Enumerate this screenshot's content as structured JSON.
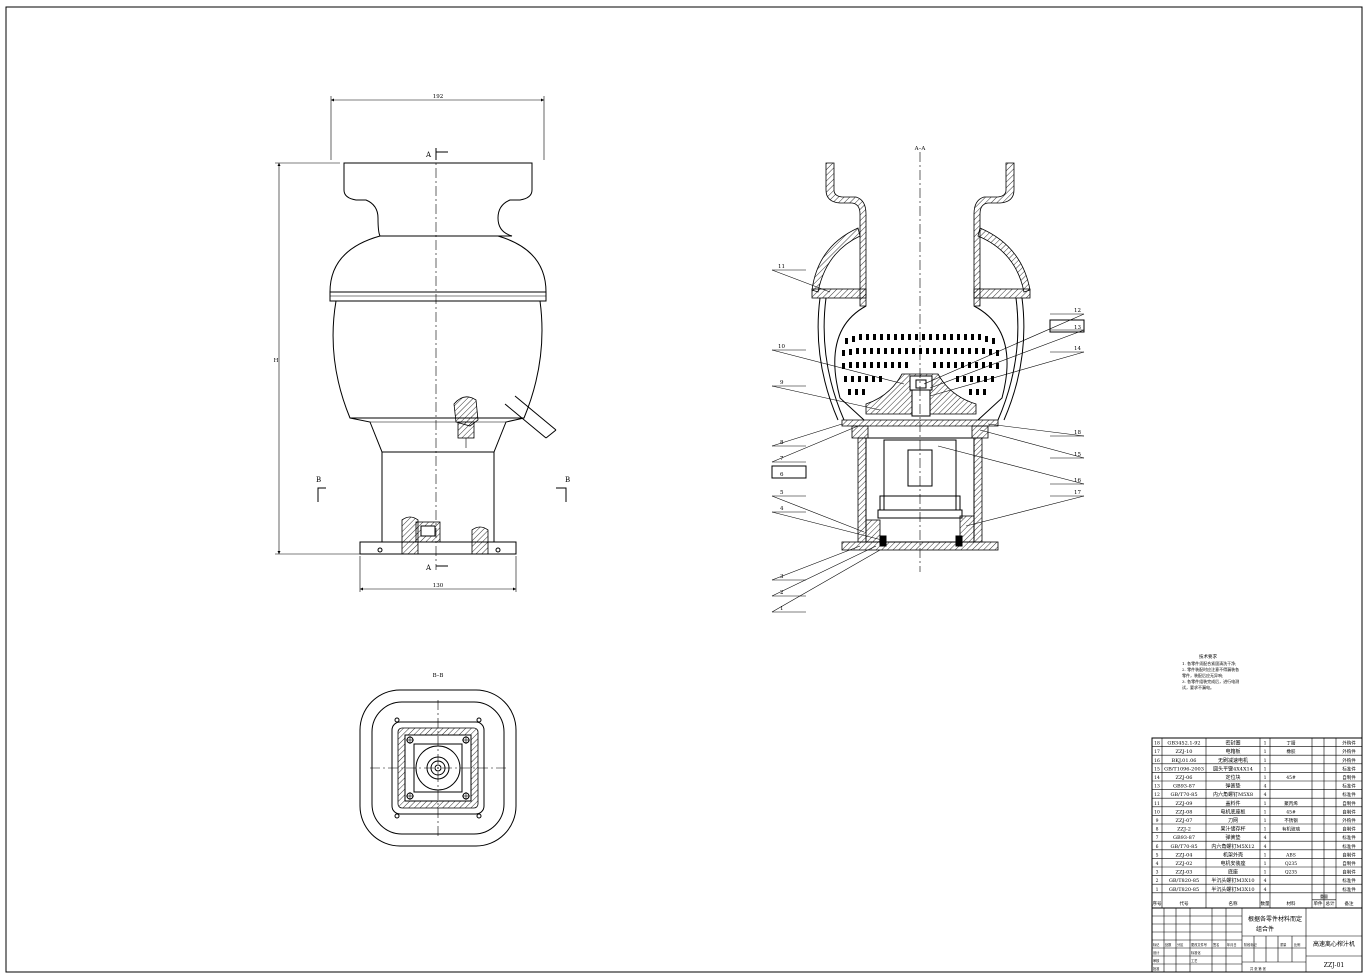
{
  "labels": {
    "section_top": "A",
    "section_bottom": "A",
    "section_b_left": "B",
    "section_b_right": "B",
    "section_view_aa": "A–A",
    "section_view_bb": "B–B"
  },
  "dimensions": {
    "top_width": "192",
    "left_height": "H",
    "bottom_width": "130"
  },
  "callouts": [
    "1",
    "2",
    "3",
    "4",
    "5",
    "6",
    "7",
    "8",
    "9",
    "10",
    "11",
    "12",
    "13",
    "14",
    "15",
    "16",
    "17",
    "18"
  ],
  "notes": {
    "title": "技术要求",
    "lines": [
      "1. 各零件须配合紧固清洗干净;",
      "2. 零件装配时应注意不得漏装各",
      "   零件，装配后应无异响;",
      "3. 各零件组装完成后，进行电测",
      "   试，要求不漏电。"
    ]
  },
  "bom": {
    "rows": [
      {
        "no": "18",
        "code": "GB3452.1-92",
        "name": "密封圈",
        "qty": "1",
        "material": "丁腈",
        "remark": "外购件"
      },
      {
        "no": "17",
        "code": "ZZJ-10",
        "name": "电箱板",
        "qty": "1",
        "material": "橡胶",
        "remark": "外购件"
      },
      {
        "no": "16",
        "code": "BKJ.01.06",
        "name": "无刷减速电机",
        "qty": "1",
        "material": "",
        "remark": "外购件"
      },
      {
        "no": "15",
        "code": "GB/T1096-2003",
        "name": "圆头平键4X4X14",
        "qty": "1",
        "material": "",
        "remark": "标准件"
      },
      {
        "no": "14",
        "code": "ZZJ-06",
        "name": "定位块",
        "qty": "1",
        "material": "45#",
        "remark": "自制件"
      },
      {
        "no": "13",
        "code": "GB93-87",
        "name": "弹簧垫",
        "qty": "4",
        "material": "",
        "remark": "标准件"
      },
      {
        "no": "12",
        "code": "GB/T70-85",
        "name": "内六角螺钉M5X8",
        "qty": "4",
        "material": "",
        "remark": "标准件"
      },
      {
        "no": "11",
        "code": "ZZJ-09",
        "name": "盖料件",
        "qty": "1",
        "material": "聚丙烯",
        "remark": "自制件"
      },
      {
        "no": "10",
        "code": "ZZJ-08",
        "name": "电机底座板",
        "qty": "1",
        "material": "45#",
        "remark": "自制件"
      },
      {
        "no": "9",
        "code": "ZZJ-07",
        "name": "刀网",
        "qty": "1",
        "material": "不锈钢",
        "remark": "外购件"
      },
      {
        "no": "8",
        "code": "ZZJ-2",
        "name": "果汁储存杯",
        "qty": "1",
        "material": "有机玻璃",
        "remark": "自制件"
      },
      {
        "no": "7",
        "code": "GB93-87",
        "name": "弹簧垫",
        "qty": "4",
        "material": "",
        "remark": "标准件"
      },
      {
        "no": "6",
        "code": "GB/T70-85",
        "name": "内六角螺钉M5X12",
        "qty": "4",
        "material": "",
        "remark": "标准件"
      },
      {
        "no": "5",
        "code": "ZZJ-04",
        "name": "机架外壳",
        "qty": "1",
        "material": "ABS",
        "remark": "自制件"
      },
      {
        "no": "4",
        "code": "ZZJ-02",
        "name": "电机安装座",
        "qty": "1",
        "material": "Q235",
        "remark": "自制件"
      },
      {
        "no": "3",
        "code": "ZZJ-03",
        "name": "底座",
        "qty": "1",
        "material": "Q235",
        "remark": "自制件"
      },
      {
        "no": "2",
        "code": "GB/T820-85",
        "name": "半沉头螺钉M3X10",
        "qty": "4",
        "material": "",
        "remark": "标准件"
      },
      {
        "no": "1",
        "code": "GB/T820-85",
        "name": "半沉头螺钉M3X10",
        "qty": "4",
        "material": "",
        "remark": "标准件"
      }
    ],
    "header": {
      "no": "序号",
      "code": "代号",
      "name": "名称",
      "qty": "数量",
      "material": "材料",
      "weight_single": "单件",
      "weight_total": "总计",
      "weight": "重量",
      "remark": "备注"
    }
  },
  "title_block": {
    "material_note": "根据各零件材料而定",
    "assembly": "组合件",
    "title": "高速离心榨汁机",
    "drawing_no": "ZZJ-01",
    "row_labels": [
      "标记",
      "处数",
      "分区",
      "更改文件号",
      "签名",
      "年月日"
    ],
    "design": "设计",
    "check": "审核",
    "process": "工艺",
    "standard": "标准化",
    "approve": "批准",
    "stage": "阶段标记",
    "weight": "重量",
    "scale": "比例",
    "sheets": "共  张  第  张"
  }
}
